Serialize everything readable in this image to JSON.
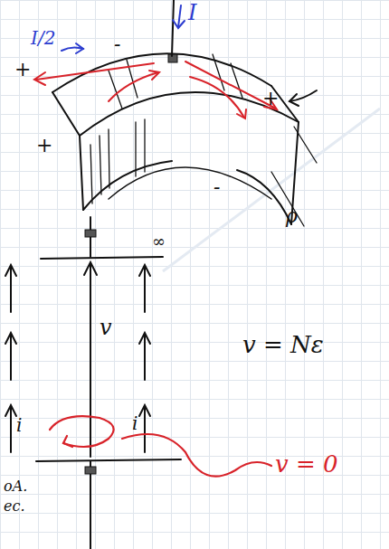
{
  "diagram": {
    "labels": [
      "I",
      "I/2",
      "-",
      "+",
      "+",
      "+",
      "-",
      "ρ",
      "∞",
      "v",
      "i",
      "i",
      "v = Nε",
      "v = 0",
      "oA.",
      "ec."
    ]
  }
}
